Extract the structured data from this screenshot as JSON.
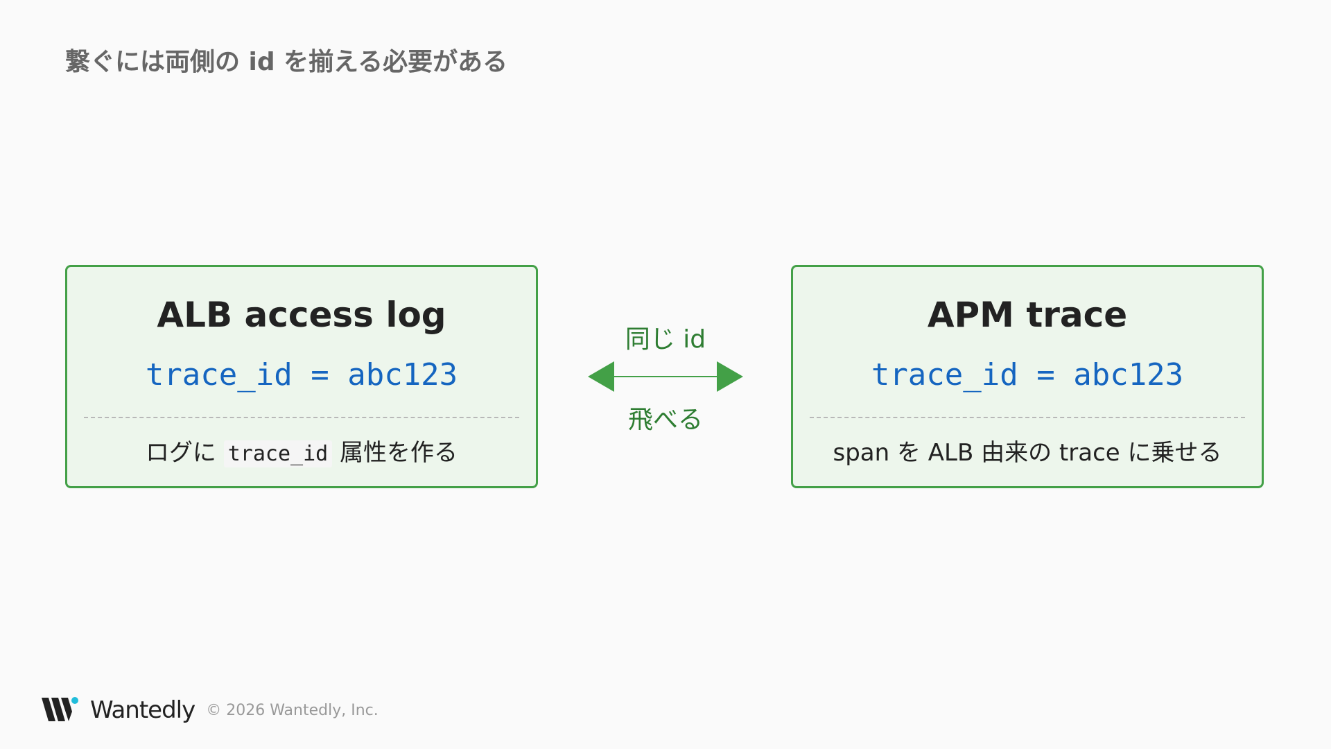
{
  "slide": {
    "title": "繋ぐには両側の id を揃える必要がある"
  },
  "left_card": {
    "title": "ALB access log",
    "code": "trace_id = abc123",
    "note_prefix": "ログに",
    "note_code": "trace_id",
    "note_suffix": "属性を作る"
  },
  "right_card": {
    "title": "APM trace",
    "code": "trace_id = abc123",
    "note": "span を ALB 由来の trace に乗せる"
  },
  "connector": {
    "top_label": "同じ id",
    "bottom_label": "飛べる"
  },
  "footer": {
    "logo_text": "Wantedly",
    "copyright": "© 2026 Wantedly, Inc."
  },
  "colors": {
    "accent_green": "#43a047",
    "card_bg": "#edf6ec",
    "code_blue": "#1565c0",
    "logo_dot": "#21bddb"
  }
}
